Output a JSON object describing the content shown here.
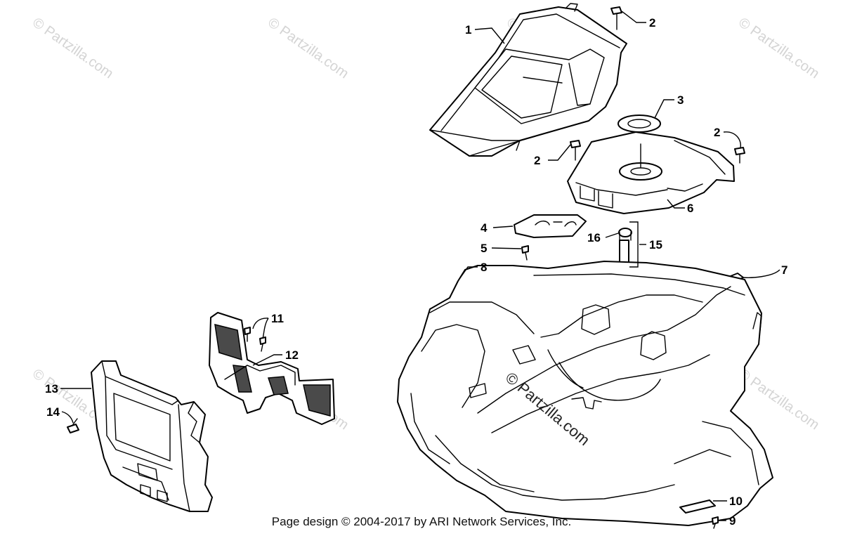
{
  "callouts": {
    "c1": "1",
    "c2a": "2",
    "c2b": "2",
    "c2c": "2",
    "c3": "3",
    "c4": "4",
    "c5": "5",
    "c6": "6",
    "c7": "7",
    "c8": "8",
    "c9": "9",
    "c10": "10",
    "c11": "11",
    "c12": "12",
    "c13": "13",
    "c14": "14",
    "c15": "15",
    "c16": "16"
  },
  "watermark": {
    "text": "© Partzilla.com",
    "center_text": "© Partzilla.com"
  },
  "footer": {
    "text": "Page design © 2004-2017 by ARI Network Services, Inc."
  },
  "colors": {
    "line": "#000000",
    "watermark": "#d4d4d4",
    "mesh": "#4a4a4a"
  }
}
